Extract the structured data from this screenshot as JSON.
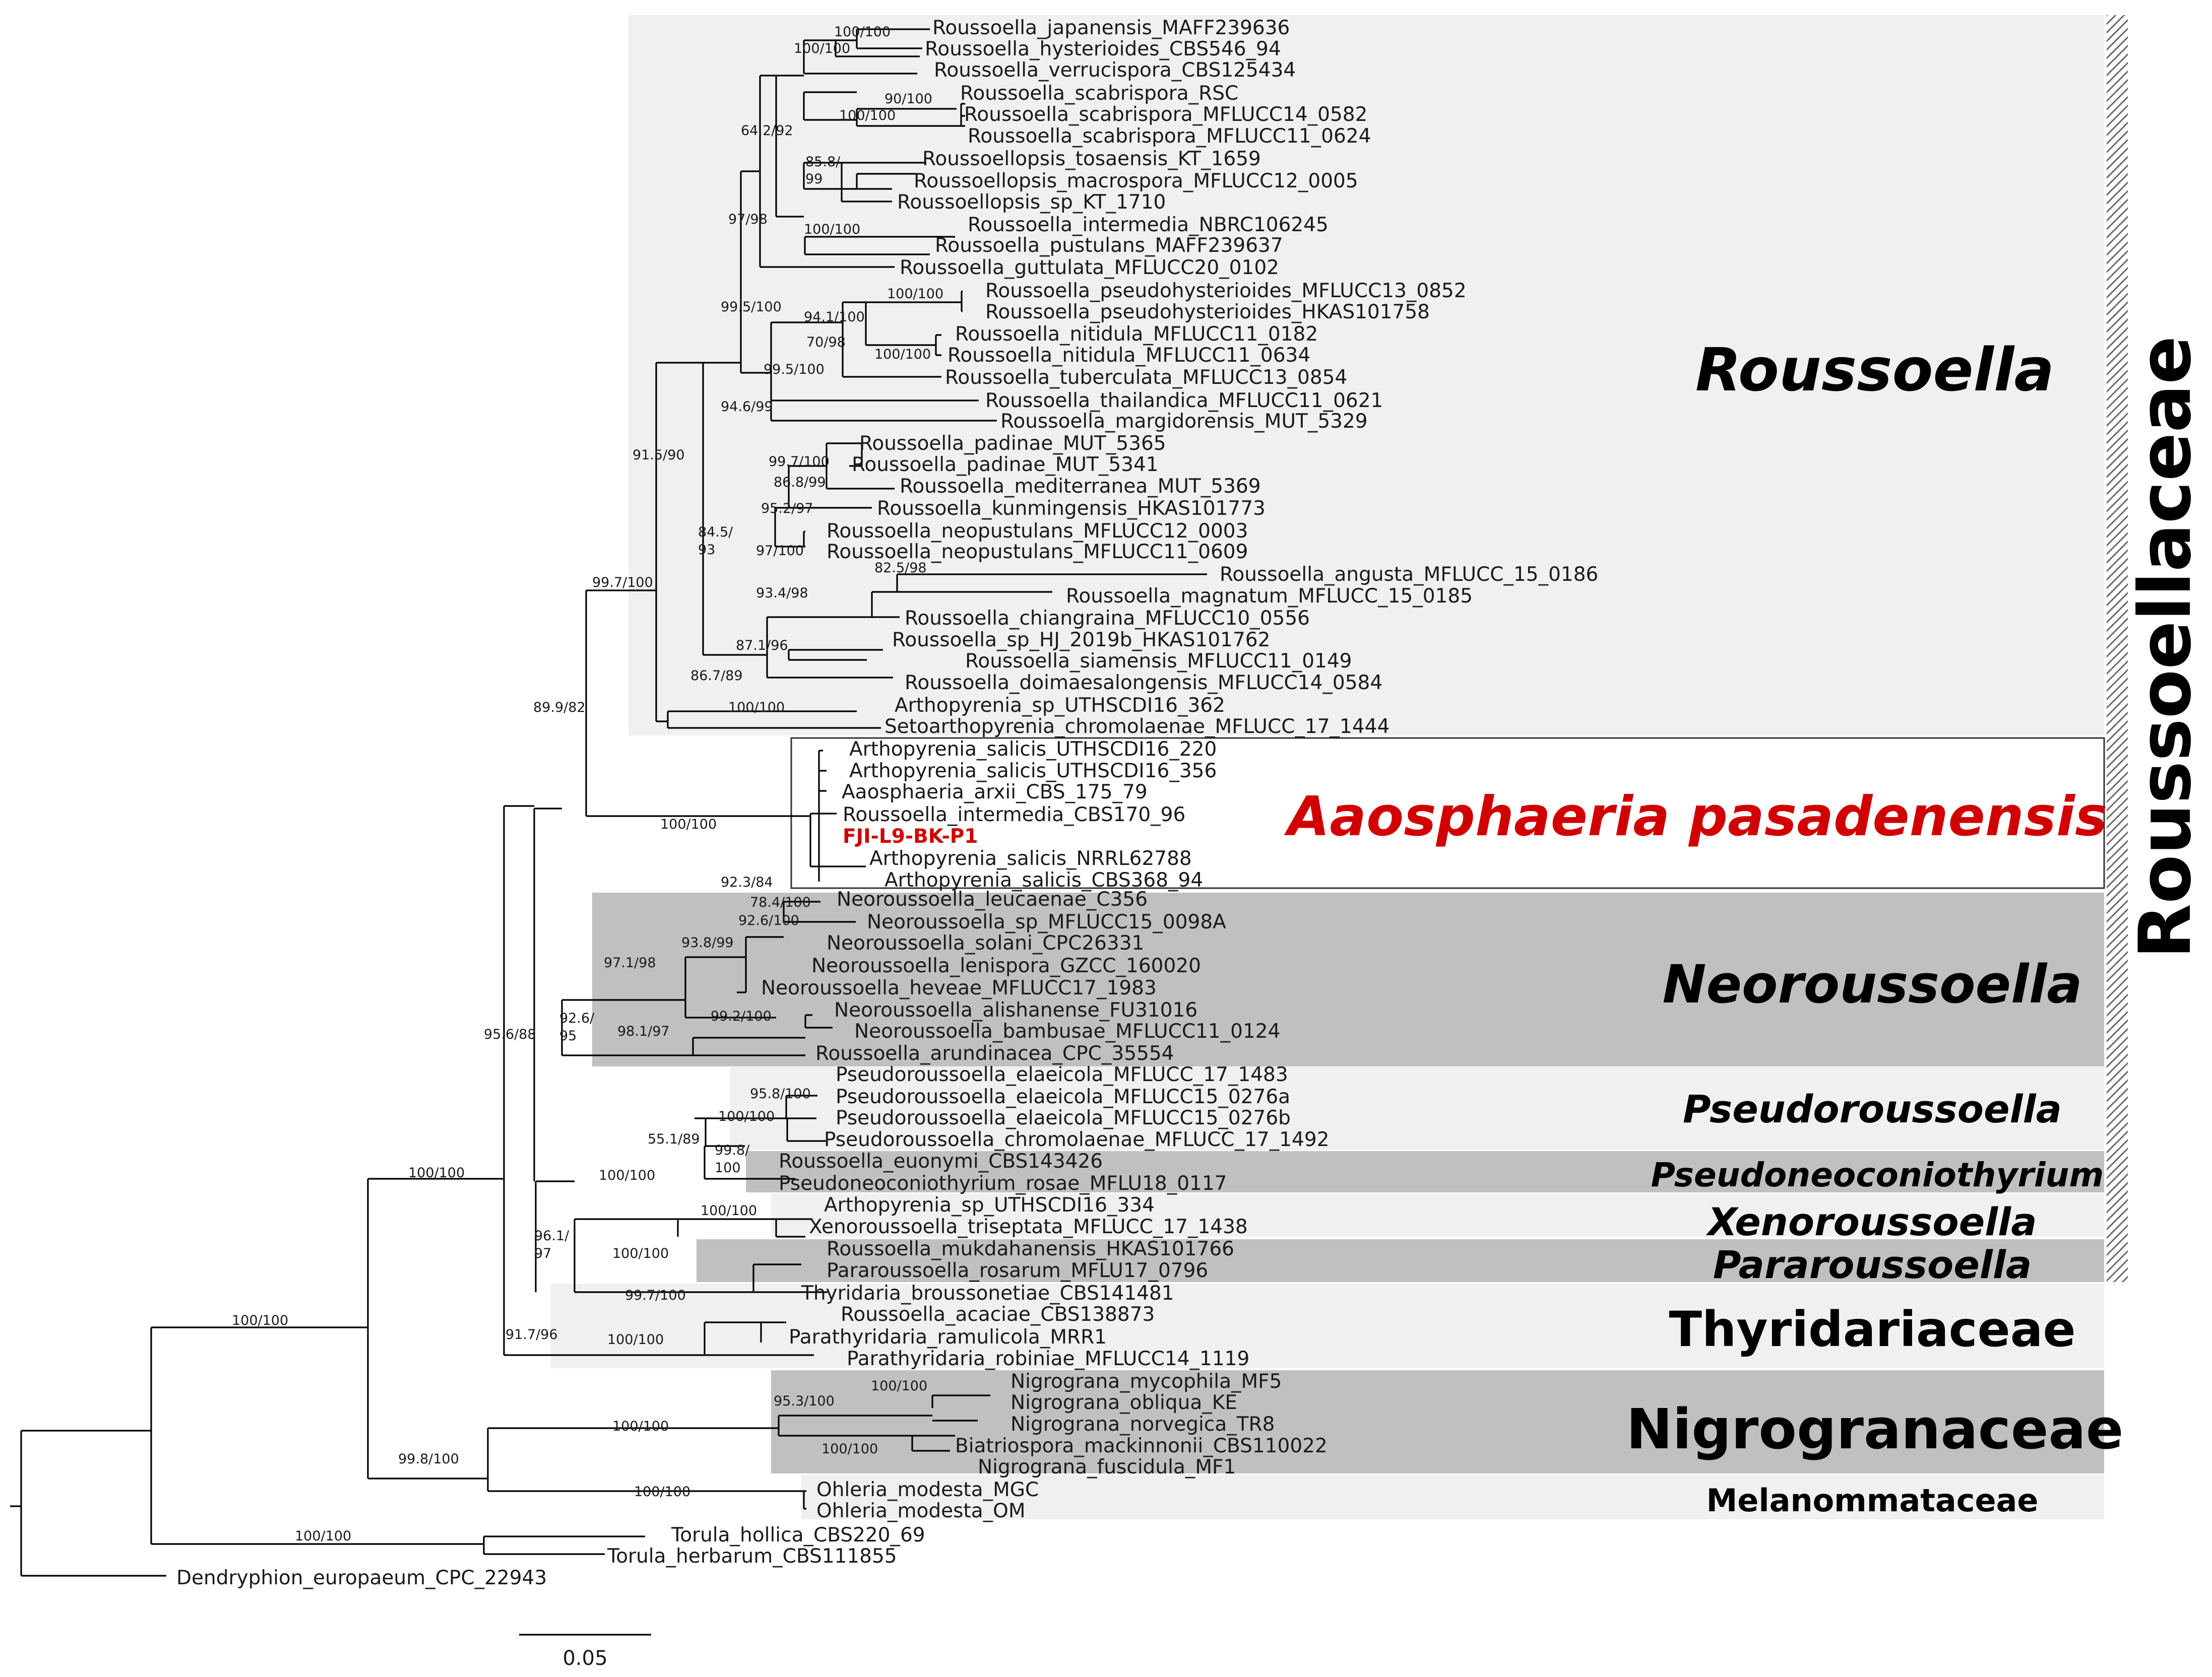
{
  "tips": {
    "r_japanensis": "Roussoella_japanensis_MAFF239636",
    "r_hysterioides": "Roussoella_hysterioides_CBS546_94",
    "r_verrucispora": "Roussoella_verrucispora_CBS125434",
    "r_scab_rsc": "Roussoella_scabrispora_RSC",
    "r_scab_0582": "Roussoella_scabrispora_MFLUCC14_0582",
    "r_scab_0624": "Roussoella_scabrispora_MFLUCC11_0624",
    "rl_tosaensis": "Roussoellopsis_tosaensis_KT_1659",
    "rl_macrospora": "Roussoellopsis_macrospora_MFLUCC12_0005",
    "rl_sp": "Roussoellopsis_sp_KT_1710",
    "r_intermedia_nbrc": "Roussoella_intermedia_NBRC106245",
    "r_pustulans": "Roussoella_pustulans_MAFF239637",
    "r_guttulata": "Roussoella_guttulata_MFLUCC20_0102",
    "r_pseudohyst_0852": "Roussoella_pseudohysterioides_MFLUCC13_0852",
    "r_pseudohyst_hkas": "Roussoella_pseudohysterioides_HKAS101758",
    "r_nitidula_0182": "Roussoella_nitidula_MFLUCC11_0182",
    "r_nitidula_0634": "Roussoella_nitidula_MFLUCC11_0634",
    "r_tuberculata": "Roussoella_tuberculata_MFLUCC13_0854",
    "r_thailandica": "Roussoella_thailandica_MFLUCC11_0621",
    "r_margidorensis": "Roussoella_margidorensis_MUT_5329",
    "r_padinae_5365": "Roussoella_padinae_MUT_5365",
    "r_padinae_5341": "Roussoella_padinae_MUT_5341",
    "r_mediterranea": "Roussoella_mediterranea_MUT_5369",
    "r_kunmingensis": "Roussoella_kunmingensis_HKAS101773",
    "r_neopust_0003": "Roussoella_neopustulans_MFLUCC12_0003",
    "r_neopust_0609": "Roussoella_neopustulans_MFLUCC11_0609",
    "r_angusta": "Roussoella_angusta_MFLUCC_15_0186",
    "r_magnatum": "Roussoella_magnatum_MFLUCC_15_0185",
    "r_chiangraina": "Roussoella_chiangraina_MFLUCC10_0556",
    "r_sp_hj": "Roussoella_sp_HJ_2019b_HKAS101762",
    "r_siamensis": "Roussoella_siamensis_MFLUCC11_0149",
    "r_doimae": "Roussoella_doimaesalongensis_MFLUCC14_0584",
    "a_sp_362": "Arthopyrenia_sp_UTHSCDI16_362",
    "s_chromolaenae": "Setoarthopyrenia_chromolaenae_MFLUCC_17_1444",
    "a_salicis_220": "Arthopyrenia_salicis_UTHSCDI16_220",
    "a_salicis_356": "Arthopyrenia_salicis_UTHSCDI16_356",
    "aa_arxii": "Aaosphaeria_arxii_CBS_175_79",
    "r_intermedia_cbs": "Roussoella_intermedia_CBS170_96",
    "fji": "FJI-L9-BK-P1",
    "a_salicis_nrrl": "Arthopyrenia_salicis_NRRL62788",
    "a_salicis_cbs": "Arthopyrenia_salicis_CBS368_94",
    "n_leucaenae": "Neoroussoella_leucaenae_C356",
    "n_sp": "Neoroussoella_sp_MFLUCC15_0098A",
    "n_solani": "Neoroussoella_solani_CPC26331",
    "n_lenispora": "Neoroussoella_lenispora_GZCC_160020",
    "n_heveae": "Neoroussoella_heveae_MFLUCC17_1983",
    "n_alishanense": "Neoroussoella_alishanense_FU31016",
    "n_bambusae": "Neoroussoella_bambusae_MFLUCC11_0124",
    "r_arundinacea": "Roussoella_arundinacea_CPC_35554",
    "p_elae_1483": "Pseudoroussoella_elaeicola_MFLUCC_17_1483",
    "p_elae_0276a": "Pseudoroussoella_elaeicola_MFLUCC15_0276a",
    "p_elae_0276b": "Pseudoroussoella_elaeicola_MFLUCC15_0276b",
    "p_chromolaenae": "Pseudoroussoella_chromolaenae_MFLUCC_17_1492",
    "r_euonymi": "Roussoella_euonymi_CBS143426",
    "pn_rosae": "Pseudoneoconiothyrium_rosae_MFLU18_0117",
    "a_sp_334": "Arthopyrenia_sp_UTHSCDI16_334",
    "x_triseptata": "Xenoroussoella_triseptata_MFLUCC_17_1438",
    "r_mukdahanensis": "Roussoella_mukdahanensis_HKAS101766",
    "pr_rosarum": "Pararoussoella_rosarum_MFLU17_0796",
    "t_broussonetiae": "Thyridaria_broussonetiae_CBS141481",
    "r_acaciae": "Roussoella_acaciae_CBS138873",
    "pt_ramulicola": "Parathyridaria_ramulicola_MRR1",
    "pt_robiniae": "Parathyridaria_robiniae_MFLUCC14_1119",
    "ng_mycophila": "Nigrograna_mycophila_MF5",
    "ng_obliqua": "Nigrograna_obliqua_KE",
    "ng_norvegica": "Nigrograna_norvegica_TR8",
    "b_mackinnonii": "Biatriospora_mackinnonii_CBS110022",
    "ng_fuscidula": "Nigrograna_fuscidula_MF1",
    "o_mgc": "Ohleria_modesta_MGC",
    "o_om": "Ohleria_modesta_OM",
    "t_hollica": "Torula_hollica_CBS220_69",
    "t_herbarum": "Torula_herbarum_CBS111855",
    "d_europaeum": "Dendryphion_europaeum_CPC_22943"
  },
  "supports": {
    "s1": "100/100",
    "s2": "100/100",
    "s3": "90/100",
    "s4": "100/100",
    "s5": "64.2/92",
    "s6a": "85.8/",
    "s6b": "99",
    "s7": "100/100",
    "s8": "97/98",
    "s9": "100/100",
    "s10": "94.1/100",
    "s11": "100/100",
    "s12": "70/98",
    "s13": "99.5/100",
    "s14": "94.6/99",
    "s15": "99.5/100",
    "s16": "99.7/100",
    "s17": "86.8/99",
    "s18": "95.2/97",
    "s19": "97/100",
    "s20a": "84.5/",
    "s20b": "93",
    "s21": "91.5/90",
    "s22": "82.5/98",
    "s23": "93.4/98",
    "s24": "87.1/96",
    "s25": "86.7/89",
    "s26": "100/100",
    "s27": "99.7/100",
    "s28": "89.9/82",
    "s29": "100/100",
    "s30": "92.3/84",
    "s31": "78.4/100",
    "s32": "92.6/100",
    "s33": "93.8/99",
    "s34": "97.1/98",
    "s35": "99.2/100",
    "s36": "98.1/97",
    "s37a": "92.6/",
    "s37b": "95",
    "s38": "95.6/88",
    "s39": "95.8/100",
    "s40": "100/100",
    "s41": "55.1/89",
    "s42a": "99.8/",
    "s42b": "100",
    "s43": "100/100",
    "s44": "100/100",
    "s45a": "96.1/",
    "s45b": "97",
    "s46": "100/100",
    "s47": "99.7/100",
    "s48": "100/100",
    "s49": "91.7/96",
    "s50": "100/100",
    "s51": "100/100",
    "s52": "95.3/100",
    "s53": "100/100",
    "s54": "100/100",
    "s55": "100/100",
    "s56": "99.8/100",
    "s57": "100/100",
    "s58": "100/100"
  },
  "clades": {
    "roussoella": "Roussoella",
    "aaosphaeria": "Aaosphaeria pasadenensis",
    "neoroussoella": "Neoroussoella",
    "pseudoroussoella": "Pseudoroussoella",
    "pseudoneoconiothyrium": "Pseudoneoconiothyrium",
    "xenoroussoella": "Xenoroussoella",
    "pararoussoella": "Pararoussoella",
    "thyridariaceae": "Thyridariaceae",
    "nigrogranaceae": "Nigrogranaceae",
    "melanommataceae": "Melanommataceae",
    "family": "Roussoellaceae"
  },
  "scale_bar": {
    "label": "0.05"
  },
  "colors": {
    "light_box": "#f0f0f0",
    "dark_box": "#c0c0c0",
    "highlight": "#d00000",
    "family_bar": "#6a6a6a"
  }
}
